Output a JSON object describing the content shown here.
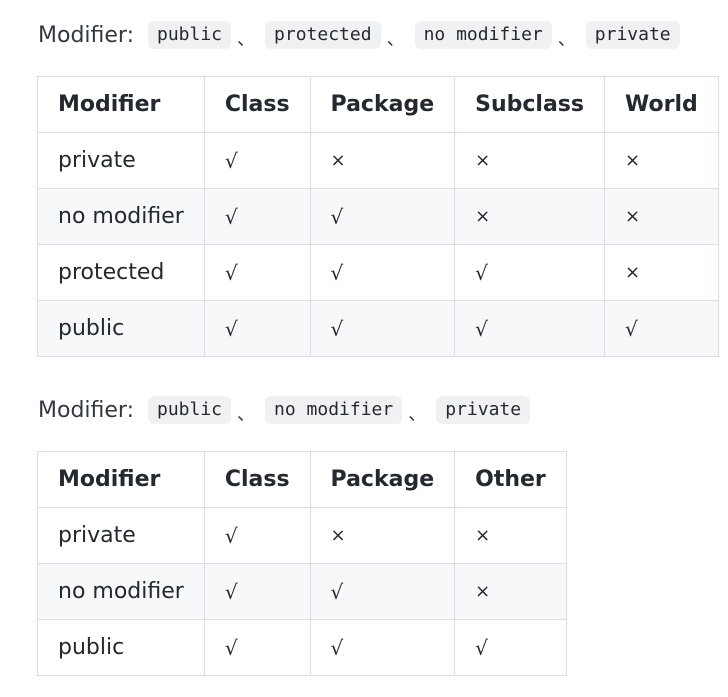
{
  "section1": {
    "label": "Modifier:",
    "codes": [
      "public",
      "protected",
      "no modifier",
      "private"
    ],
    "separator": "、"
  },
  "table1": {
    "headers": [
      "Modifier",
      "Class",
      "Package",
      "Subclass",
      "World"
    ],
    "rows": [
      [
        "private",
        "√",
        "×",
        "×",
        "×"
      ],
      [
        "no modifier",
        "√",
        "√",
        "×",
        "×"
      ],
      [
        "protected",
        "√",
        "√",
        "√",
        "×"
      ],
      [
        "public",
        "√",
        "√",
        "√",
        "√"
      ]
    ]
  },
  "section2": {
    "label": "Modifier:",
    "codes": [
      "public",
      "no modifier",
      "private"
    ],
    "separator": "、"
  },
  "table2": {
    "headers": [
      "Modifier",
      "Class",
      "Package",
      "Other"
    ],
    "rows": [
      [
        "private",
        "√",
        "×",
        "×"
      ],
      [
        "no modifier",
        "√",
        "√",
        "×"
      ],
      [
        "public",
        "√",
        "√",
        "√"
      ]
    ]
  }
}
